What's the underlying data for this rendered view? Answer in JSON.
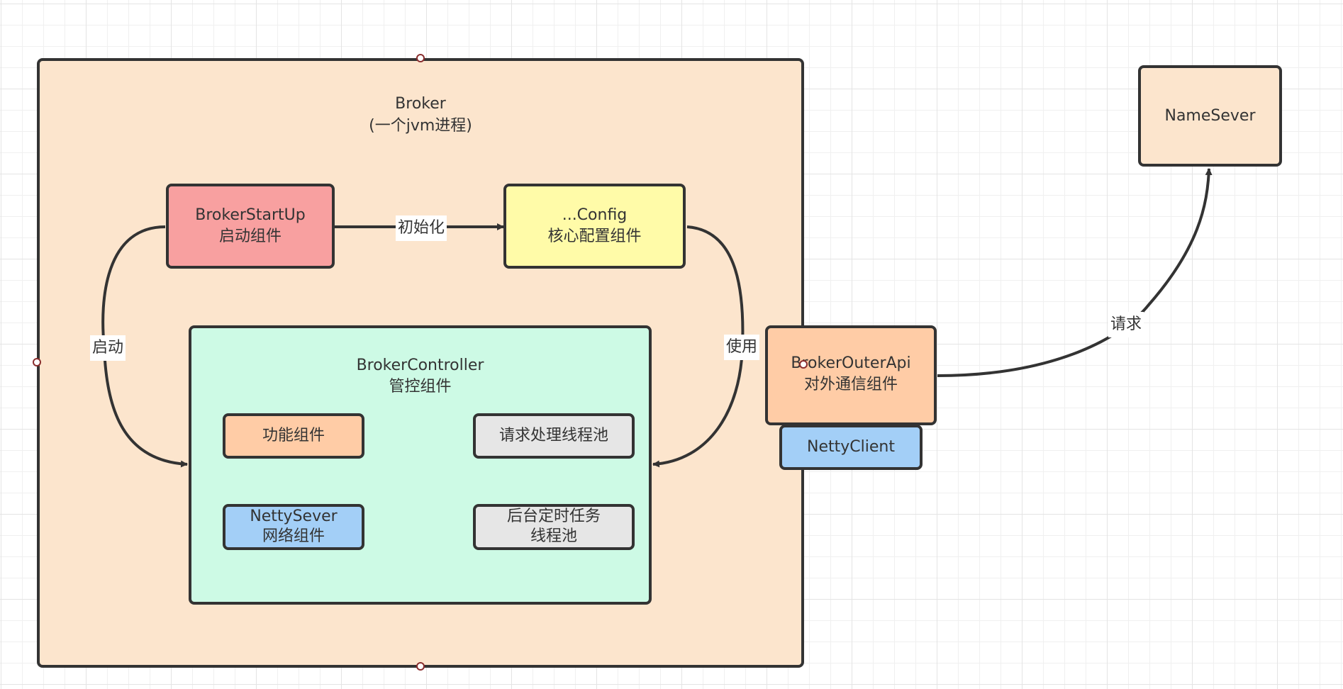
{
  "diagram": {
    "broker": {
      "line1": "Broker",
      "line2": "(一个jvm进程)",
      "color": "#FCE5CD"
    },
    "startup": {
      "line1": "BrokerStartUp",
      "line2": "启动组件",
      "color": "#F8A0A0"
    },
    "config": {
      "line1": "...Config",
      "line2": "核心配置组件",
      "color": "#FFFBA8"
    },
    "controller": {
      "line1": "BrokerController",
      "line2": "管控组件",
      "color": "#CDFAE5"
    },
    "functional": {
      "line1": "功能组件",
      "color": "#FFCCA6"
    },
    "request_pool": {
      "line1": "请求处理线程池",
      "color": "#E6E6E6"
    },
    "netty_server": {
      "line1": "NettySever",
      "line2": "网络组件",
      "color": "#A3CFF7"
    },
    "scheduled_pool": {
      "line1": "后台定时任务",
      "line2": "线程池",
      "color": "#E6E6E6"
    },
    "outer_api": {
      "line1": "BrokerOuterApi",
      "line2": "对外通信组件",
      "color": "#FFCCA6"
    },
    "netty_client": {
      "line1": "NettyClient",
      "color": "#A3CFF7"
    },
    "nameserver": {
      "line1": "NameSever",
      "color": "#FCE5CD"
    }
  },
  "edges": {
    "init": "初始化",
    "start": "启动",
    "use": "使用",
    "request": "请求"
  }
}
